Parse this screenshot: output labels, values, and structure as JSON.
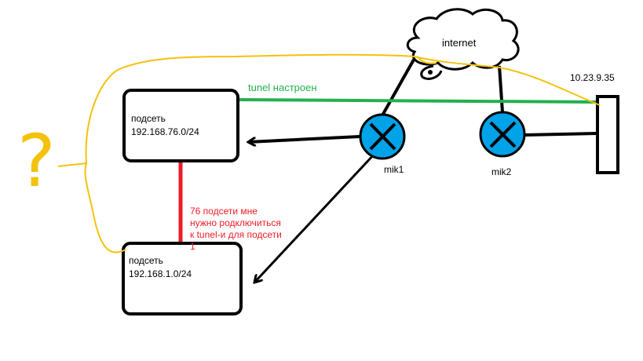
{
  "labels": {
    "internet": "internet",
    "wan_ip": "10.23.9.35",
    "tunnel": "tunel настроен",
    "router1": "mik1",
    "router2": "mik2",
    "subnet76_line1": "подсеть",
    "subnet76_line2": "192.168.76.0/24",
    "subnet1_line1": "подсеть",
    "subnet1_line2": "192.168.1.0/24",
    "note_line1": "76 подсети мне",
    "note_line2": "нужно родключиться",
    "note_line3": "к tunel-и для  подсети",
    "note_line4": "1",
    "question": "?"
  },
  "colors": {
    "tunnel_line": "#22b14c",
    "note_text": "#ed1c24",
    "connector_red": "#ed1c24",
    "yellow_path": "#f4c20d",
    "router_fill": "#00a2e8",
    "ink": "#000000"
  },
  "icons": {
    "router": "router-icon",
    "cloud": "cloud-icon",
    "device": "server-icon"
  }
}
